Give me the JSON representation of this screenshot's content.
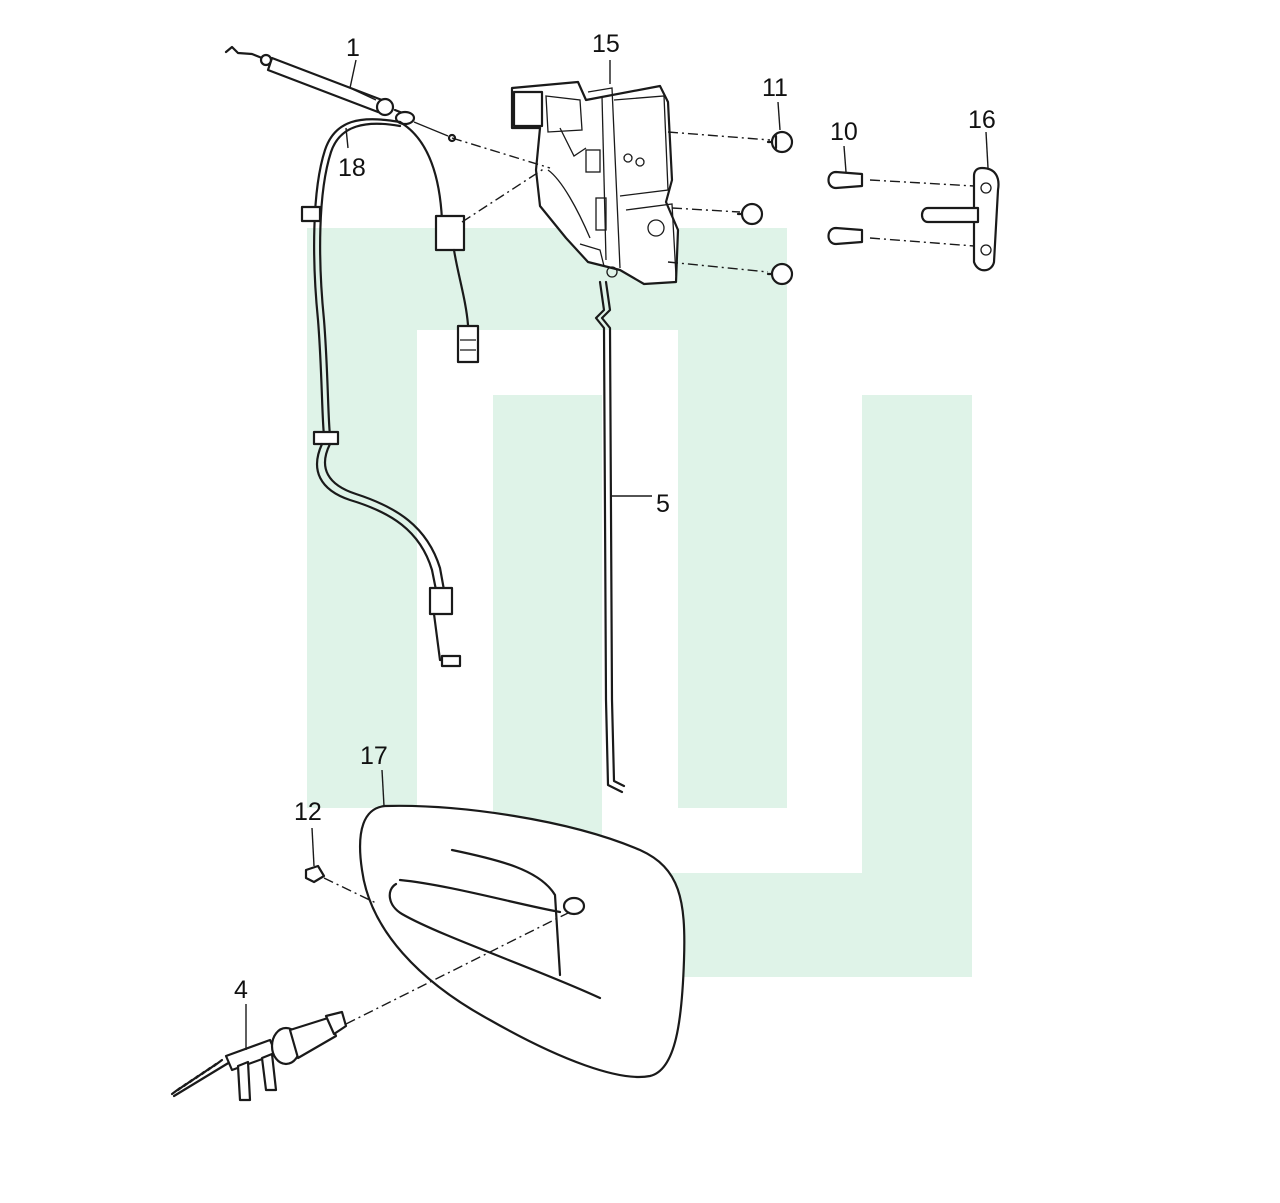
{
  "diagram": {
    "callouts": {
      "c1": "1",
      "c4": "4",
      "c5": "5",
      "c10": "10",
      "c11": "11",
      "c12": "12",
      "c15": "15",
      "c16": "16",
      "c17": "17",
      "c18": "18"
    },
    "watermark_color": "#dff3e8",
    "line_color": "#1a1a1a"
  }
}
